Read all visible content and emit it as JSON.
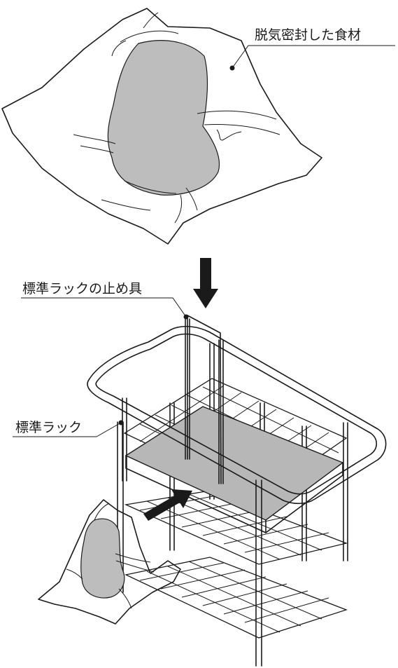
{
  "labels": {
    "sealed_food": "脱気密封した食材",
    "rack_stopper": "標準ラックの止め具",
    "standard_rack": "標準ラック"
  }
}
